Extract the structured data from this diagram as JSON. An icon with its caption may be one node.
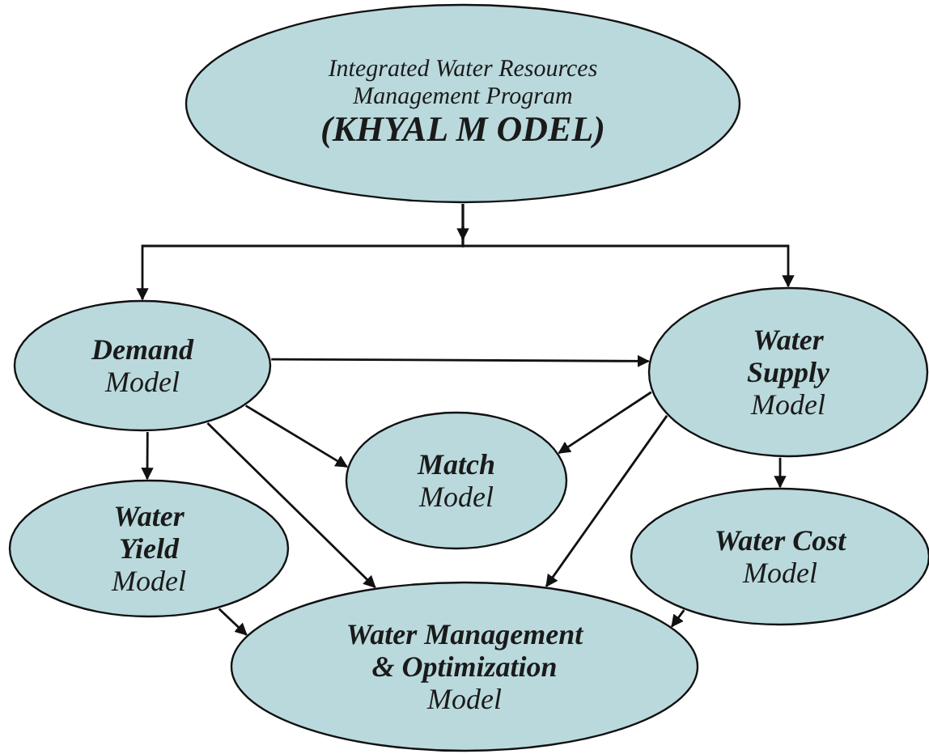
{
  "diagram": {
    "nodes": [
      {
        "text": [
          "Integrated Water Resources Management Program",
          "(KHYAL M ODEL)"
        ]
      },
      {
        "text": [
          "Demand",
          "Model"
        ]
      },
      {
        "text": [
          "Water Supply",
          "Model"
        ]
      },
      {
        "text": [
          "Match",
          "Model"
        ]
      },
      {
        "text": [
          "Water Yield",
          "Model"
        ]
      },
      {
        "text": [
          "Water Cost",
          "Model"
        ]
      },
      {
        "text": [
          "Water Management & Optimization",
          "Model"
        ]
      }
    ],
    "edges": [
      {
        "from": 0,
        "to": 1,
        "arrow": "to"
      },
      {
        "from": 0,
        "to": 2,
        "arrow": "to"
      },
      {
        "from": 1,
        "to": 2,
        "arrow": "to"
      },
      {
        "from": 1,
        "to": 3,
        "arrow": "to"
      },
      {
        "from": 1,
        "to": 4,
        "arrow": "to"
      },
      {
        "from": 1,
        "to": 6,
        "arrow": "to"
      },
      {
        "from": 2,
        "to": 3,
        "arrow": "to"
      },
      {
        "from": 2,
        "to": 6,
        "arrow": "to"
      },
      {
        "from": 2,
        "to": 5,
        "arrow": "to"
      },
      {
        "from": 4,
        "to": 6,
        "arrow": "to"
      },
      {
        "from": 5,
        "to": 6,
        "arrow": "to"
      }
    ]
  }
}
